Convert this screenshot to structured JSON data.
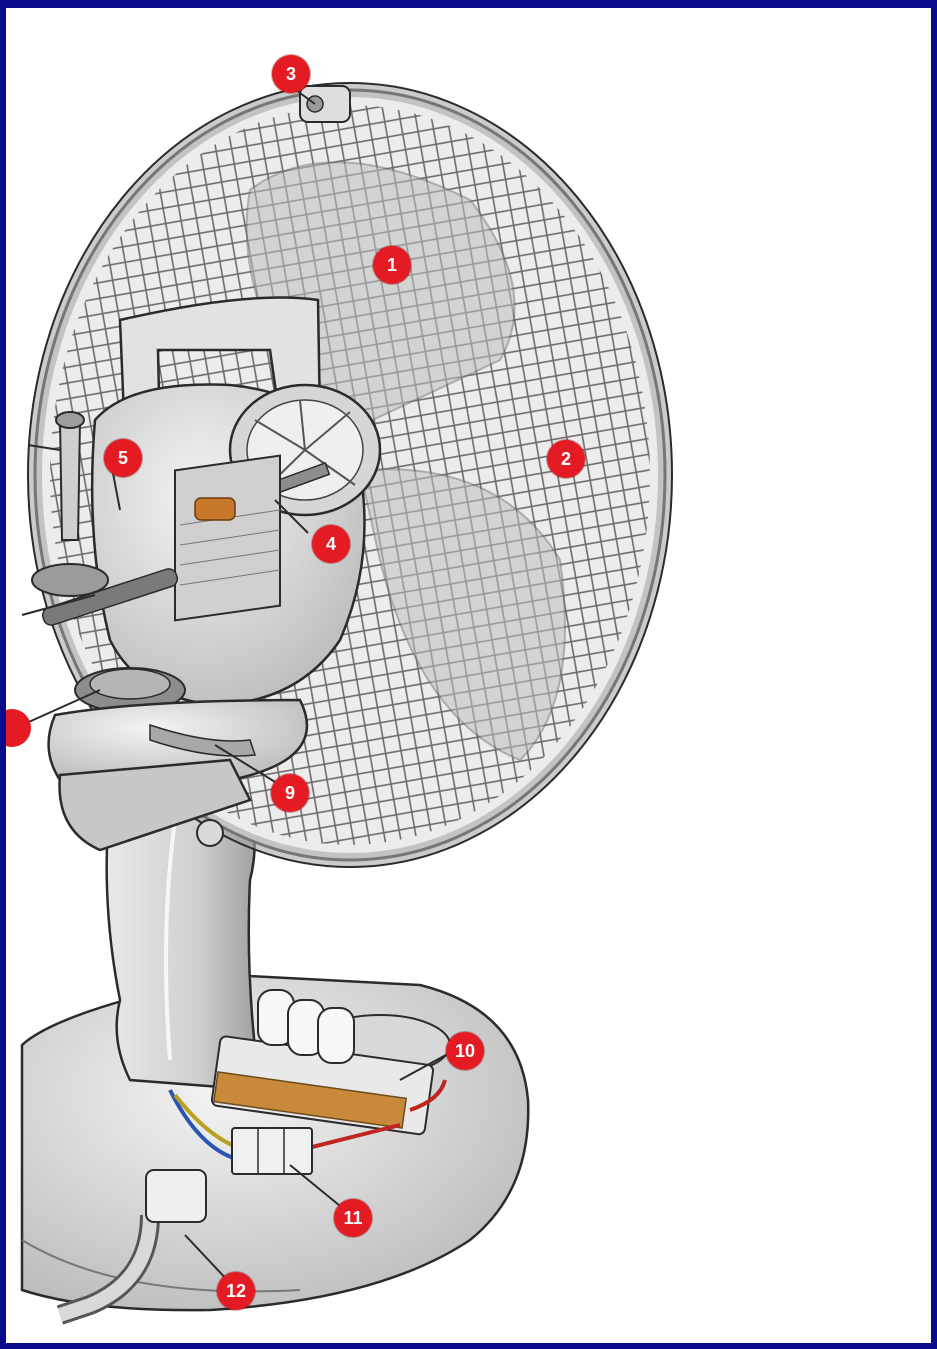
{
  "colors": {
    "frame": "#0a0a8c",
    "callout": "#e51b23",
    "callout_text": "#ffffff",
    "line_art": "#2b2b2b",
    "shading": "#c9c9c9"
  },
  "callouts": [
    {
      "id": "blade",
      "label": "1"
    },
    {
      "id": "grille",
      "label": "2"
    },
    {
      "id": "grille-clip",
      "label": "3"
    },
    {
      "id": "motor-shaft",
      "label": "4"
    },
    {
      "id": "oscillation-knob",
      "label": "5"
    },
    {
      "id": "hinge-bracket",
      "label": "9"
    },
    {
      "id": "switch-assembly",
      "label": "10"
    },
    {
      "id": "terminal-block",
      "label": "11"
    },
    {
      "id": "cord-grip",
      "label": "12"
    }
  ]
}
